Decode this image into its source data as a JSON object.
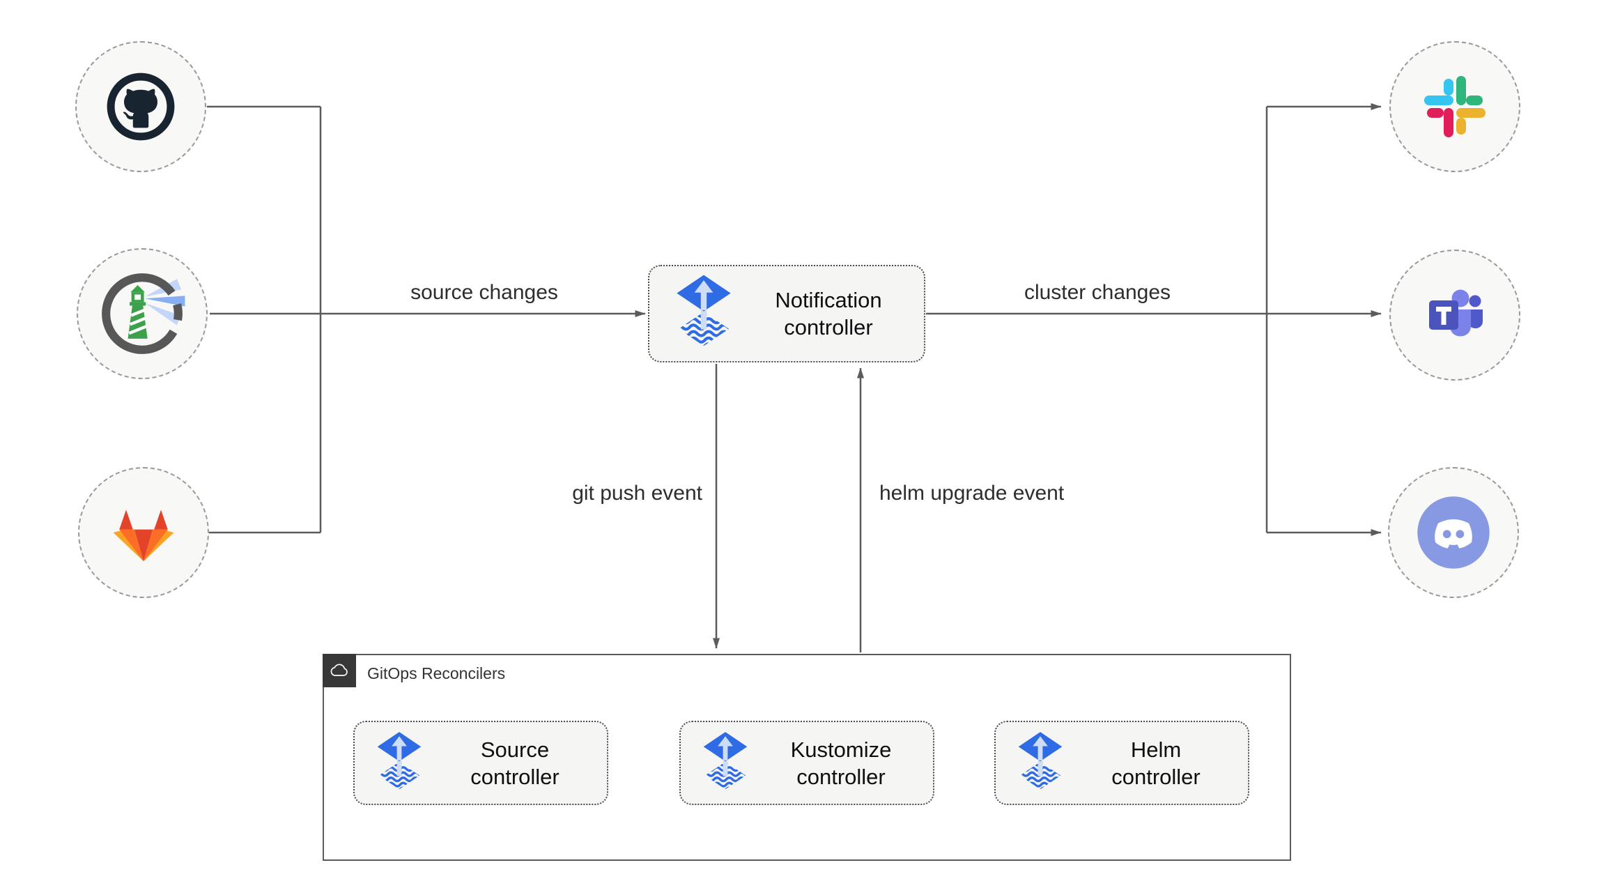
{
  "colors": {
    "flux_blue": "#2f6be4",
    "flux_arrow_light": "#cdddf6",
    "connector_gray": "#5b5b5b",
    "node_fill": "#f8f8f6",
    "controller_box_fill": "#f5f5f4",
    "controller_box_border": "#4a4a4a",
    "group_header_bg": "#383838",
    "github_dark": "#182430",
    "harbor_green": "#3da14b",
    "harbor_ring_gray": "#575757",
    "gitlab_red": "#e24329",
    "gitlab_orange": "#fc6d26",
    "gitlab_yellow": "#fca326",
    "slack_blue": "#36C5F0",
    "slack_green": "#2EB67D",
    "slack_yellow": "#ECB22E",
    "slack_red": "#E01E5A",
    "teams_purple": "#4b53bc",
    "teams_light_purple": "#7b83eb",
    "teams_mid_purple": "#5059c9",
    "discord_blurple": "#8699e2"
  },
  "nodes": {
    "sources": [
      {
        "icon": "github-icon"
      },
      {
        "icon": "harbor-icon"
      },
      {
        "icon": "gitlab-icon"
      }
    ],
    "notification_targets": [
      {
        "icon": "slack-icon"
      },
      {
        "icon": "teams-icon"
      },
      {
        "icon": "discord-icon"
      }
    ],
    "notification_controller": {
      "line1": "Notification",
      "line2": "controller"
    }
  },
  "edges": {
    "source_changes": "source changes",
    "cluster_changes": "cluster changes",
    "git_push_event": "git push event",
    "helm_upgrade_event": "helm upgrade event"
  },
  "reconcilers": {
    "title": "GitOps Reconcilers",
    "controllers": [
      {
        "line1": "Source",
        "line2": "controller"
      },
      {
        "line1": "Kustomize",
        "line2": "controller"
      },
      {
        "line1": "Helm",
        "line2": "controller"
      }
    ]
  }
}
